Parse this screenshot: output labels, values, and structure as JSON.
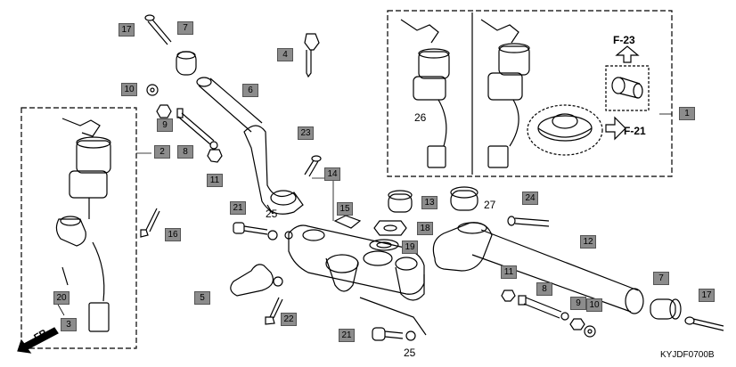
{
  "diagram": {
    "callouts": [
      "17",
      "7",
      "4",
      "10",
      "6",
      "9",
      "8",
      "2",
      "11",
      "23",
      "14",
      "1",
      "21",
      "15",
      "13",
      "24",
      "16",
      "18",
      "19",
      "12",
      "5",
      "22",
      "20",
      "3",
      "11",
      "8",
      "9",
      "10",
      "7",
      "17",
      "21"
    ],
    "plain_numbers": [
      "26",
      "27",
      "25",
      "25"
    ],
    "references": [
      "F-23",
      "F-21"
    ],
    "direction_label": "FR.",
    "diagram_code": "KYJDF0700B"
  }
}
